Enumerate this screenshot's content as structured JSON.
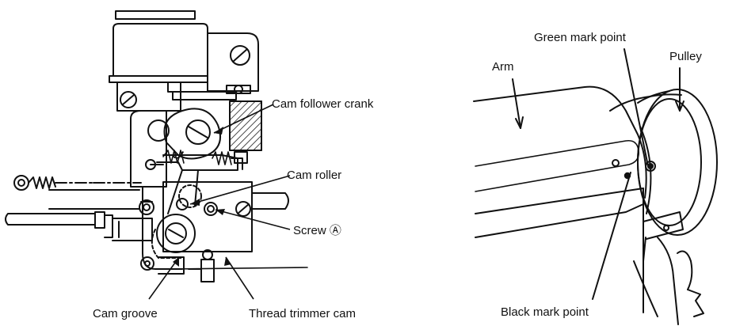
{
  "left_figure": {
    "labels": {
      "cam_follower_crank": "Cam follower crank",
      "cam_roller": "Cam roller",
      "screw": "Screw Ⓐ",
      "cam_groove": "Cam groove",
      "thread_trimmer_cam": "Thread trimmer cam"
    }
  },
  "right_figure": {
    "labels": {
      "arm": "Arm",
      "green_mark_point": "Green mark point",
      "pulley": "Pulley",
      "black_mark_point": "Black mark point"
    }
  }
}
